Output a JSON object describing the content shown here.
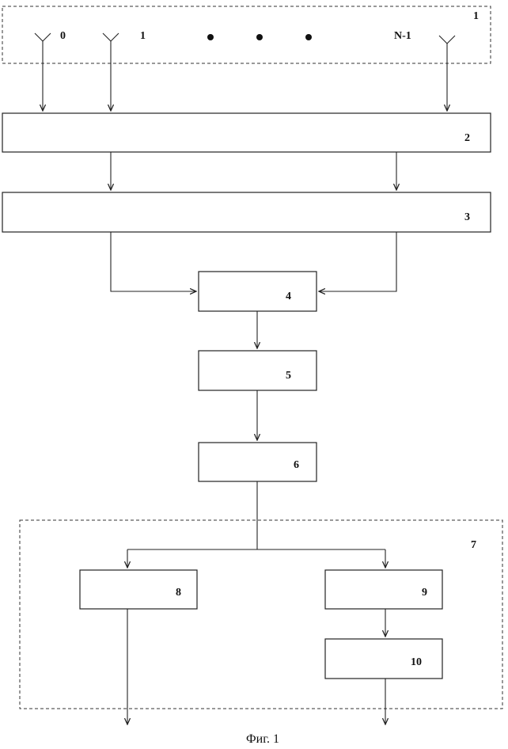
{
  "antenna_array": {
    "label": "1",
    "antennas": [
      "0",
      "1",
      "N-1"
    ]
  },
  "blocks": {
    "b2": "2",
    "b3": "3",
    "b4": "4",
    "b5": "5",
    "b6": "6",
    "b7": "7",
    "b8": "8",
    "b9": "9",
    "b10": "10"
  },
  "caption": "Фиг. 1"
}
